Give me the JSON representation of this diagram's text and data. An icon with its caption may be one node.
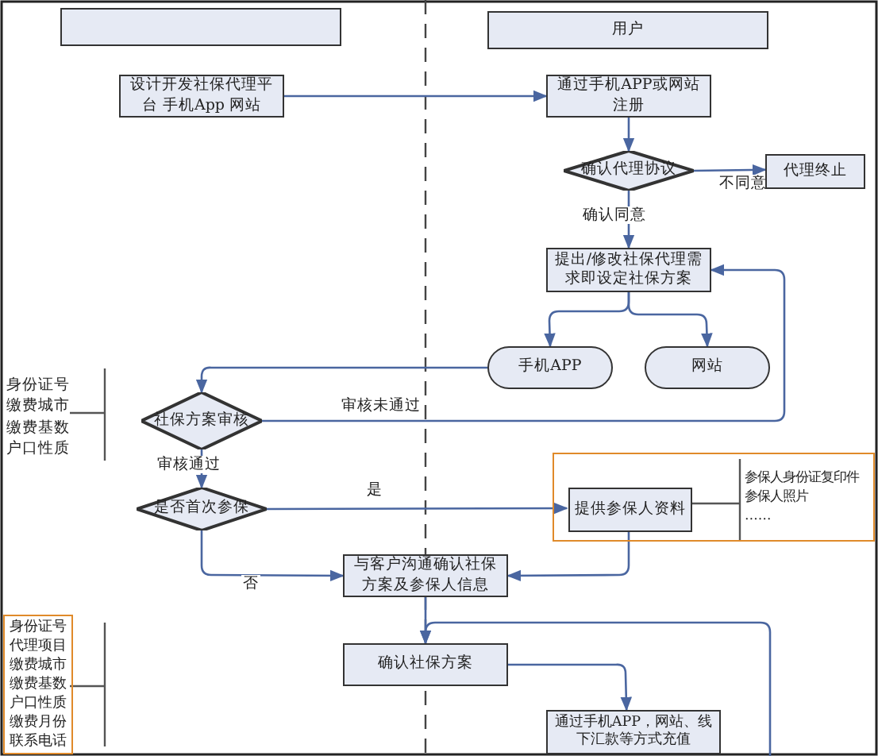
{
  "diagram": {
    "nodes": [
      {
        "text": [],
        "shape": "box"
      },
      {
        "text": [
          "用户"
        ]
      },
      {
        "text": [
          "设计开发社保代理平台 手机App 网站"
        ]
      },
      {
        "text": [
          "通过手机APP或网站注册"
        ]
      },
      {
        "text": [
          "确认代理协议"
        ]
      },
      {
        "text": [
          "代理终止"
        ]
      },
      {
        "text": [
          "提出/修改社保代理需求即设定社保方案"
        ]
      },
      {
        "text": [
          "手机APP"
        ]
      },
      {
        "text": [
          "网站"
        ]
      },
      {
        "text": [
          "社保方案审核"
        ]
      },
      {
        "text": [
          "是否首次参保"
        ]
      },
      {
        "text": [
          "参保人身份证复印件",
          "参保人照片",
          "……"
        ]
      },
      {
        "text": [
          "提供参保人资料"
        ],
        "in": 11
      },
      {
        "text": [
          "与客户沟通确认社保方案及参保人信息"
        ]
      },
      {
        "text": [
          "确认社保方案"
        ]
      },
      {
        "text": [
          "通过手机APP，网站、线下汇款等方式充值"
        ]
      },
      {
        "text": [
          "身份证号",
          "代理项目",
          "缴费城市",
          "缴费基数",
          "户口性质",
          "缴费月份",
          "联系电话"
        ]
      }
    ],
    "edges": [
      {
        "from": 2,
        "to": 3,
        "arrow": "to"
      },
      {
        "from": 3,
        "to": 4,
        "arrow": "to"
      },
      {
        "from": 4,
        "to": 5,
        "arrow": "to",
        "label": "不同意"
      },
      {
        "from": 4,
        "to": 6,
        "arrow": "to",
        "label": "确认同意"
      },
      {
        "from": 6,
        "to": 7,
        "arrow": "to"
      },
      {
        "from": 6,
        "to": 8,
        "arrow": "to"
      },
      {
        "from": 7,
        "to": 9,
        "arrow": "to"
      },
      {
        "from": 9,
        "to": 6,
        "arrow": "to",
        "label": "审核未通过"
      },
      {
        "from": 9,
        "to": 10,
        "arrow": "to",
        "label": "审核通过"
      },
      {
        "from": 10,
        "to": 12,
        "arrow": "to",
        "label": "是"
      },
      {
        "from": 10,
        "to": 13,
        "arrow": "to",
        "label": "否"
      },
      {
        "from": 12,
        "to": 13,
        "arrow": "to"
      },
      {
        "from": 13,
        "to": 14,
        "arrow": "to"
      },
      {
        "from": null,
        "to": 14,
        "arrow": "to"
      },
      {
        "from": 14,
        "to": 15,
        "arrow": "to"
      }
    ],
    "labels": [
      "身份证号",
      "缴费城市",
      "缴费基数",
      "户口性质"
    ]
  }
}
